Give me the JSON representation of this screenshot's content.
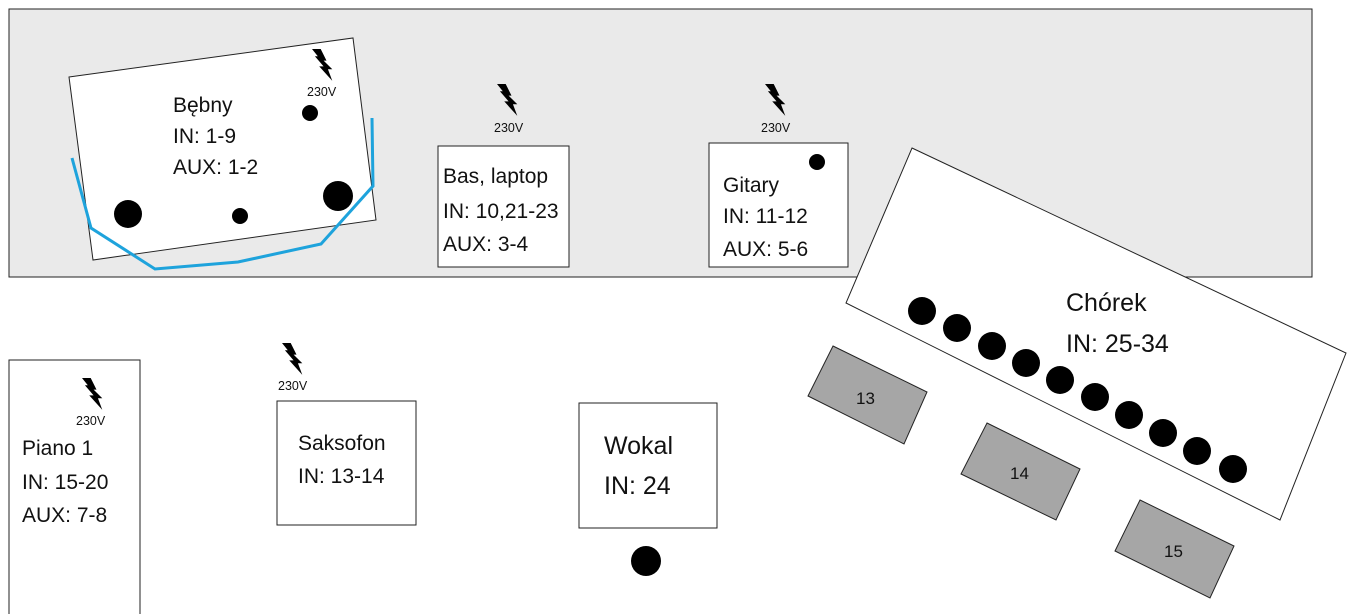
{
  "drums": {
    "name": "Bębny",
    "inputs": "IN: 1-9",
    "aux": "AUX: 1-2"
  },
  "bass": {
    "name": "Bas, laptop",
    "inputs": "IN: 10,21-23",
    "aux": "AUX: 3-4"
  },
  "guitars": {
    "name": "Gitary",
    "inputs": "IN: 11-12",
    "aux": "AUX: 5-6"
  },
  "choir": {
    "name": "Chórek",
    "inputs": "IN: 25-34"
  },
  "piano": {
    "name": "Piano 1",
    "inputs": "IN: 15-20",
    "aux": "AUX: 7-8"
  },
  "sax": {
    "name": "Saksofon",
    "inputs": "IN: 13-14"
  },
  "vocal": {
    "name": "Wokal",
    "inputs": "IN: 24"
  },
  "monitors": [
    "13",
    "14",
    "15"
  ],
  "power_label": "230V",
  "colors": {
    "riser_fill": "#eaeaea",
    "drum_shield": "#1ea3dc",
    "monitor_fill": "#a6a6a6",
    "mic": "#000000"
  }
}
